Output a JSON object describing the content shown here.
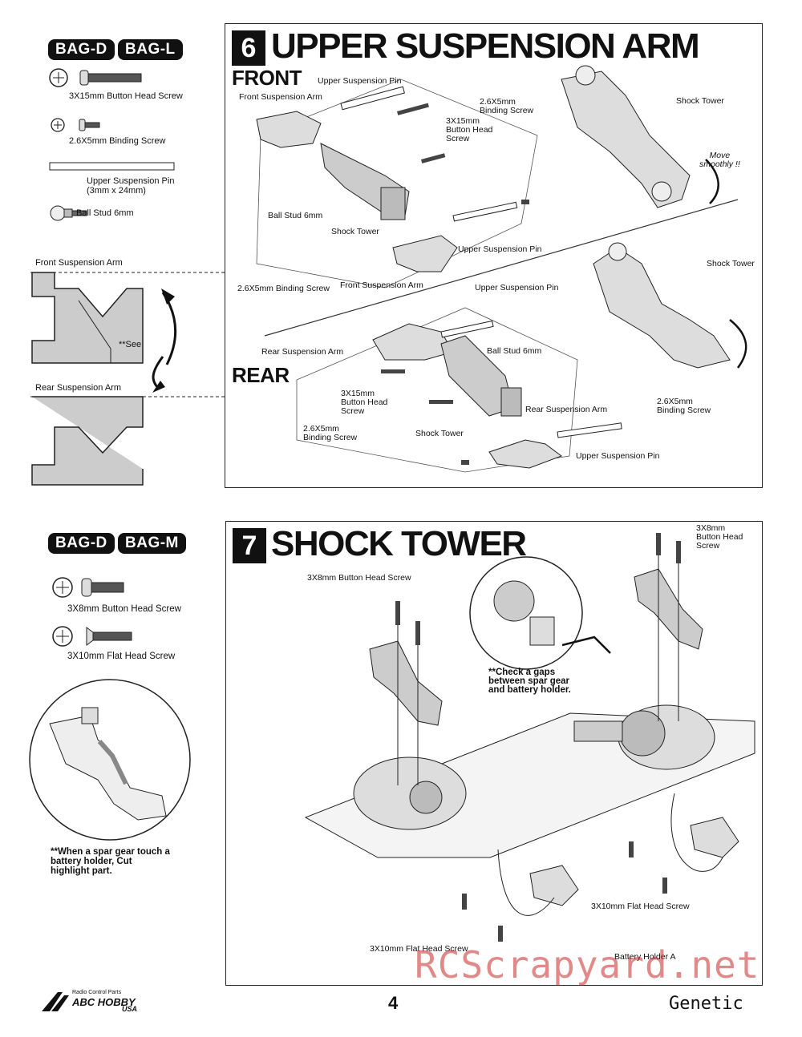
{
  "step6": {
    "number": "6",
    "title": "UPPER SUSPENSION ARM",
    "bags": [
      "BAG-D",
      "BAG-L"
    ],
    "parts": {
      "button_screw": "3X15mm Button Head Screw",
      "binding_screw": "2.6X5mm Binding Screw",
      "pin": "Upper Suspension Pin\n(3mm x 24mm)",
      "ball_stud": "Ball Stud  6mm"
    },
    "side": {
      "front_arm": "Front Suspension Arm",
      "see": "**See",
      "rear_arm": "Rear Suspension Arm"
    },
    "front": {
      "heading": "FRONT",
      "upper_pin_1": "Upper Suspension Pin",
      "front_arm_1": "Front Suspension Arm",
      "binding_1": "2.6X5mm\nBinding Screw",
      "button_1": "3X15mm\nButton Head\nScrew",
      "shock_tower_1": "Shock Tower",
      "move": "Move\nsmoothly !!",
      "ball_stud": "Ball Stud  6mm",
      "shock_tower_2": "Shock Tower",
      "upper_pin_2": "Upper Suspension Pin",
      "binding_2": "2.6X5mm Binding Screw",
      "front_arm_2": "Front Suspension Arm"
    },
    "rear": {
      "heading": "REAR",
      "upper_pin_1": "Upper Suspension Pin",
      "shock_tower_1": "Shock Tower",
      "rear_arm_1": "Rear Suspension Arm",
      "ball_stud": "Ball Stud  6mm",
      "button": "3X15mm\nButton Head\nScrew",
      "binding_1": "2.6X5mm\nBinding Screw",
      "rear_arm_2": "Rear Suspension Arm",
      "binding_2": "2.6X5mm\nBinding Screw",
      "shock_tower_2": "Shock Tower",
      "upper_pin_2": "Upper Suspension Pin"
    }
  },
  "step7": {
    "number": "7",
    "title": "SHOCK TOWER",
    "bags": [
      "BAG-D",
      "BAG-M"
    ],
    "parts": {
      "button_screw": "3X8mm Button Head Screw",
      "flat_screw": "3X10mm Flat Head Screw"
    },
    "side_note": "**When a spar gear touch a\n  battery holder, Cut\n  highlight part.",
    "labels": {
      "button_top_right": "3X8mm\nButton Head\nScrew",
      "button_left": "3X8mm Button Head Screw",
      "check_gap": "**Check a gaps\n  between spar gear\n  and battery holder.",
      "flat_right": "3X10mm Flat Head Screw",
      "flat_left": "3X10mm Flat Head Screw",
      "battery_holder": "Battery Holder A"
    }
  },
  "footer": {
    "brand_small": "Radio Control Parts",
    "brand": "ABC HOBBY",
    "brand_sub": "USA",
    "page_number": "4",
    "product": "Genetic",
    "watermark": "RCScrapyard.net"
  }
}
